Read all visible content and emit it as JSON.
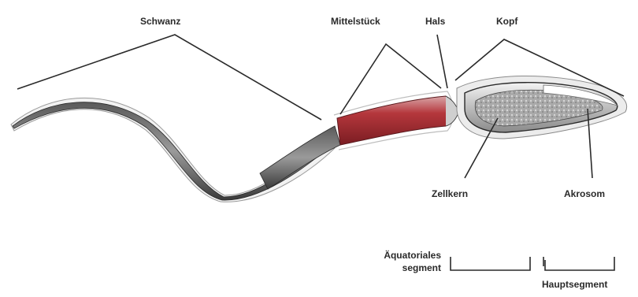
{
  "diagram": {
    "labels": {
      "tail": "Schwanz",
      "midpiece": "Mittelstück",
      "neck": "Hals",
      "head": "Kopf",
      "nucleus": "Zellkern",
      "acrosome": "Akrosom",
      "equatorial_line1": "Äquatoriales",
      "equatorial_line2": "segment",
      "main_segment": "Hauptsegment"
    },
    "colors": {
      "midpiece": "#b5373c",
      "outline": "#222222",
      "membrane": "#d9d9d9"
    }
  }
}
